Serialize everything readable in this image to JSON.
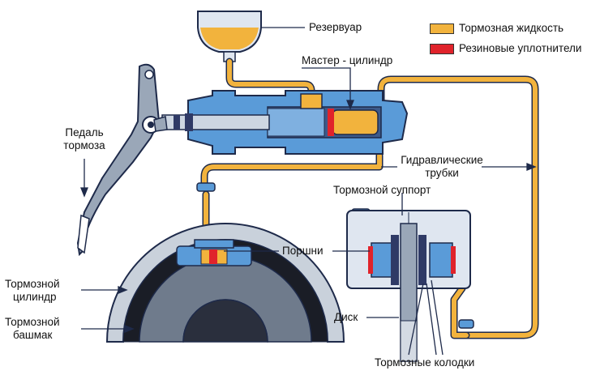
{
  "legend": [
    {
      "label": "Тормозная жидкость",
      "color": "#f2b33d"
    },
    {
      "label": "Резиновые уплотнители",
      "color": "#e0232b"
    }
  ],
  "labels": {
    "reservoir": "Резервуар",
    "master_cylinder": "Мастер - цилиндр",
    "pedal_line1": "Педаль",
    "pedal_line2": "тормоза",
    "hydraulic_line1": "Гидравлические",
    "hydraulic_line2": "трубки",
    "caliper": "Тормозной суппорт",
    "pistons": "Поршни",
    "wheel_cylinder_line1": "Тормозной",
    "wheel_cylinder_line2": "цилиндр",
    "shoe_line1": "Тормозной",
    "shoe_line2": "башмак",
    "disc": "Диск",
    "pads": "Тормозные колодки"
  },
  "colors": {
    "fluid": "#f2b33d",
    "seal": "#e0232b",
    "metal_blue": "#5a9bd8",
    "metal_dark": "#2f3a66",
    "steel": "#9aa7b8"
  }
}
